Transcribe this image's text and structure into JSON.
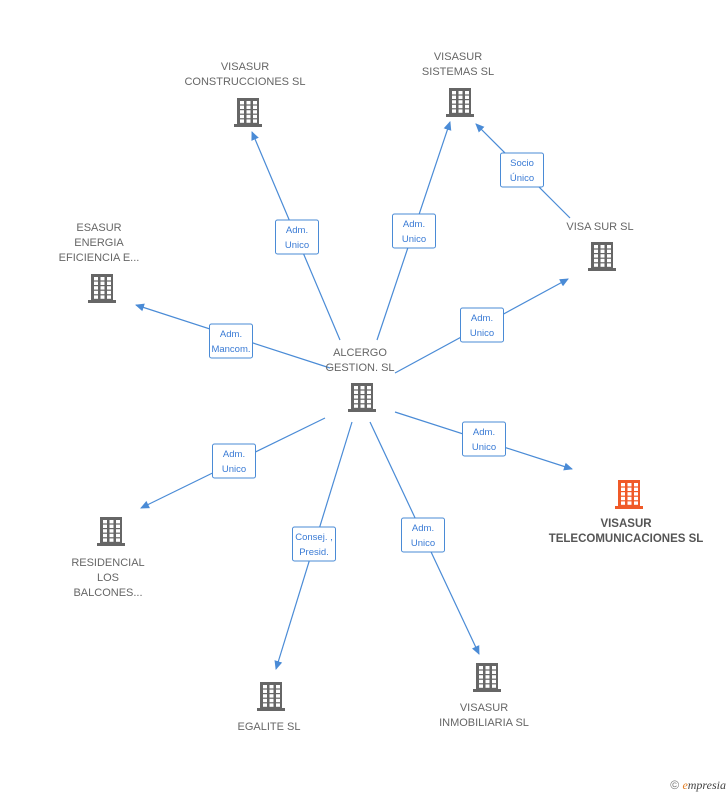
{
  "colors": {
    "edge": "#4a8bd6",
    "building": "#666666",
    "building_highlight": "#f05a28",
    "label_text": "#3a7bd5"
  },
  "center": {
    "id": "alcergo",
    "lines": [
      "ALCERGO",
      "GESTION.   SL"
    ]
  },
  "nodes": [
    {
      "id": "construcciones",
      "lines": [
        "VISASUR",
        "CONSTRUCCIONES SL"
      ]
    },
    {
      "id": "sistemas",
      "lines": [
        "VISASUR",
        "SISTEMAS SL"
      ]
    },
    {
      "id": "visasur-sl",
      "lines": [
        "VISA SUR SL"
      ]
    },
    {
      "id": "esasur",
      "lines": [
        "ESASUR",
        "ENERGIA",
        "EFICIENCIA E..."
      ]
    },
    {
      "id": "telecom",
      "lines": [
        "VISASUR",
        "TELECOMUNICACIONES SL"
      ],
      "highlight": true
    },
    {
      "id": "residencial",
      "lines": [
        "RESIDENCIAL",
        "LOS",
        "BALCONES..."
      ]
    },
    {
      "id": "egalite",
      "lines": [
        "EGALITE SL"
      ]
    },
    {
      "id": "inmobiliaria",
      "lines": [
        "VISASUR",
        "INMOBILIARIA SL"
      ]
    }
  ],
  "edges": [
    {
      "id": "to-construcciones",
      "label": [
        "Adm.",
        "Unico"
      ]
    },
    {
      "id": "to-sistemas",
      "label": [
        "Adm.",
        "Unico"
      ]
    },
    {
      "id": "visasursl-to-sistemas",
      "label": [
        "Socio",
        "Único"
      ]
    },
    {
      "id": "to-visasursl",
      "label": [
        "Adm.",
        "Unico"
      ]
    },
    {
      "id": "to-esasur",
      "label": [
        "Adm.",
        "Mancom."
      ]
    },
    {
      "id": "to-telecom",
      "label": [
        "Adm.",
        "Unico"
      ]
    },
    {
      "id": "to-residencial",
      "label": [
        "Adm.",
        "Unico"
      ]
    },
    {
      "id": "to-egalite",
      "label": [
        "Consej. ,",
        "Presid."
      ]
    },
    {
      "id": "to-inmobiliaria",
      "label": [
        "Adm.",
        "Unico"
      ]
    }
  ],
  "footer": {
    "copyright": "©",
    "brand_initial": "e",
    "brand_rest": "mpresia"
  }
}
